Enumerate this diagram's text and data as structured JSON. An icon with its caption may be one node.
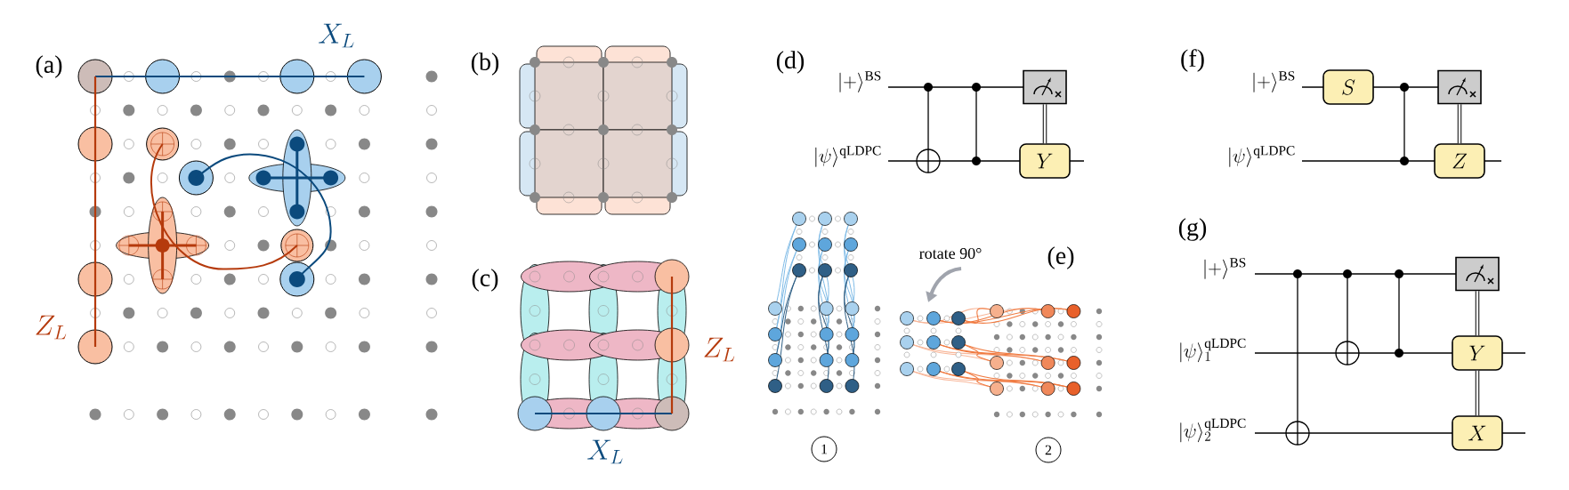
{
  "diagram": {
    "nodes": [
      {
        "text": [],
        "shape": "box"
      },
      {
        "text": [
          "Y"
        ]
      },
      {
        "text": [
          "1"
        ]
      },
      {
        "text": [
          "2"
        ]
      },
      {
        "text": [
          "S"
        ]
      },
      {
        "text": [],
        "shape": "box"
      },
      {
        "text": [
          "Z"
        ]
      },
      {
        "text": [],
        "shape": "box"
      },
      {
        "text": [
          "Y"
        ]
      },
      {
        "text": [
          "X"
        ]
      }
    ],
    "edges": [
      {
        "from": 0,
        "to": 1,
        "arrow": "none"
      },
      {
        "from": 5,
        "to": 6,
        "arrow": "none"
      },
      {
        "from": 7,
        "to": 8,
        "arrow": "none"
      },
      {
        "from": 8,
        "to": 9,
        "arrow": "none"
      }
    ],
    "labels": [
      "(a)",
      "X_L",
      "Z_L",
      "(b)",
      "(d)",
      "|+\\rangle^{\\mathrm{BS}}",
      "|\\psi\\rangle^{\\mathrm{qLDPC}}",
      "(c)",
      "Z_L",
      "X_L",
      "rotate 90°",
      "(e)",
      "(f)",
      "|+\\rangle^{\\mathrm{BS}}",
      "|\\psi\\rangle^{\\mathrm{qLDPC}}",
      "(g)",
      "|+\\rangle^{\\mathrm{BS}}",
      "|\\psi\\rangle^{\\mathrm{qLDPC}}_{1}",
      "|\\psi\\rangle^{\\mathrm{qLDPC}}_{2}"
    ]
  }
}
